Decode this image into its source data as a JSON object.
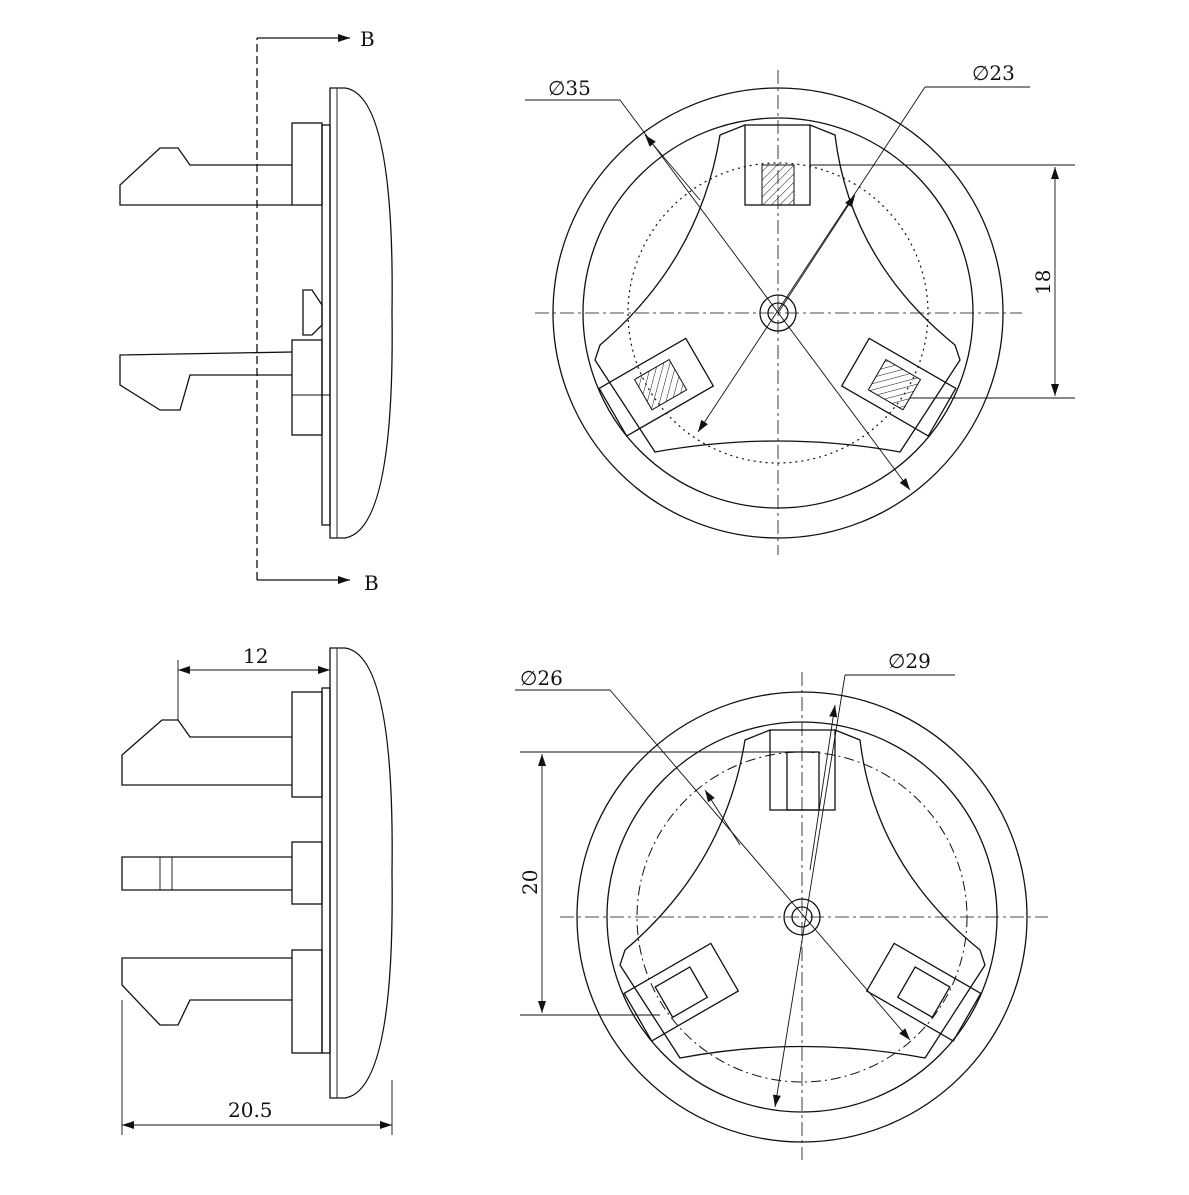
{
  "section_labels": {
    "top": "B",
    "bottom": "B"
  },
  "dimensions": {
    "top_view": {
      "outer_diameter": "∅35",
      "inner_diameter": "∅23",
      "height": "18"
    },
    "side_view": {
      "pin_length": "12",
      "total_length": "20.5"
    },
    "bottom_view": {
      "inner_diameter": "∅26",
      "outer_diameter": "∅29",
      "height": "20"
    }
  }
}
